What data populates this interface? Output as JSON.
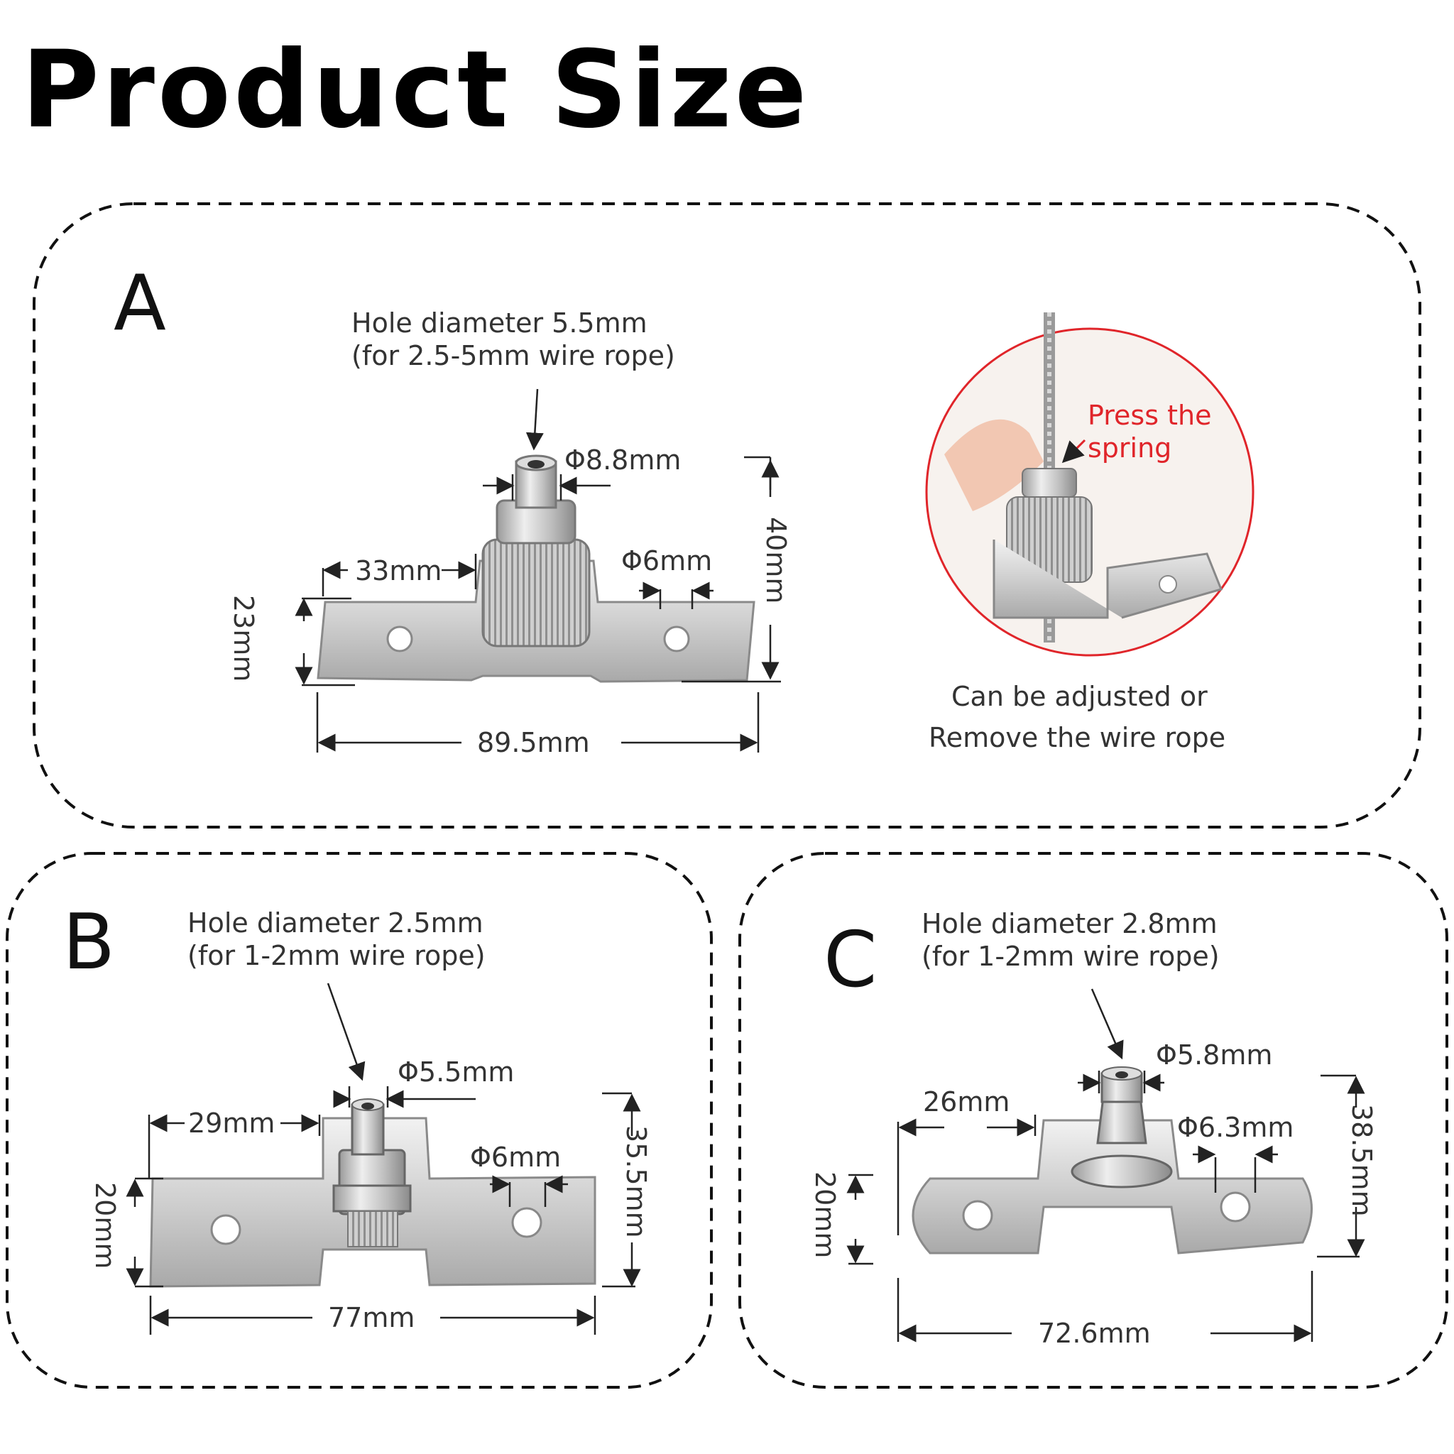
{
  "title": "Product Size",
  "panels": {
    "A": {
      "letter": "A",
      "hole_note_1": "Hole diameter 5.5mm",
      "hole_note_2": "(for 2.5-5mm wire rope)",
      "dim_top_dia": "Φ8.8mm",
      "dim_height": "40mm",
      "dim_offset": "33mm",
      "dim_hole": "Φ6mm",
      "dim_side": "23mm",
      "dim_width": "89.5mm",
      "callout_1": "Press the",
      "callout_2": "spring",
      "caption_1": "Can be adjusted or",
      "caption_2": "Remove the wire rope"
    },
    "B": {
      "letter": "B",
      "hole_note_1": "Hole diameter 2.5mm",
      "hole_note_2": "(for 1-2mm wire rope)",
      "dim_top_dia": "Φ5.5mm",
      "dim_offset": "29mm",
      "dim_hole": "Φ6mm",
      "dim_height": "35.5mm",
      "dim_side": "20mm",
      "dim_width": "77mm"
    },
    "C": {
      "letter": "C",
      "hole_note_1": "Hole diameter 2.8mm",
      "hole_note_2": "(for 1-2mm wire rope)",
      "dim_top_dia": "Φ5.8mm",
      "dim_offset": "26mm",
      "dim_hole": "Φ6.3mm",
      "dim_height": "38.5mm",
      "dim_side": "20mm",
      "dim_width": "72.6mm"
    }
  },
  "colors": {
    "accent_red": "#e0252a",
    "steel": "#c8c8c8"
  }
}
